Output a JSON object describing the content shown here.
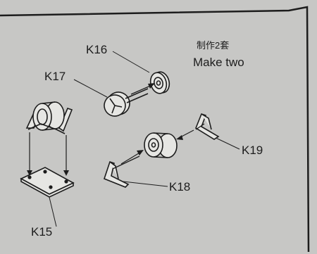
{
  "diagram": {
    "note": {
      "chinese": "制作2套",
      "english": "Make two"
    },
    "parts": [
      {
        "id": "K16",
        "label": "K16"
      },
      {
        "id": "K17",
        "label": "K17"
      },
      {
        "id": "K18",
        "label": "K18"
      },
      {
        "id": "K19",
        "label": "K19"
      },
      {
        "id": "K15",
        "label": "K15"
      }
    ]
  },
  "colors": {
    "background": "#c7c7c5",
    "ink": "#1d1d1d",
    "part_fill": "#e6e6e3"
  }
}
